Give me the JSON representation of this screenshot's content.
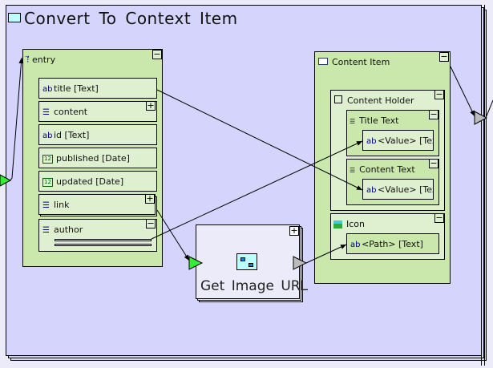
{
  "title": "Convert To Context Item",
  "entry": {
    "label": "entry",
    "items": [
      {
        "label": "title  [Text]",
        "icon": "text-ab-icon"
      },
      {
        "label": "content",
        "icon": "list-icon"
      },
      {
        "label": "id  [Text]",
        "icon": "text-ab-icon"
      },
      {
        "label": "published  [Date]",
        "icon": "date-icon"
      },
      {
        "label": "updated  [Date]",
        "icon": "date-icon"
      },
      {
        "label": "link",
        "icon": "list-icon"
      },
      {
        "label": "author",
        "icon": "list-icon"
      }
    ]
  },
  "function_node": {
    "label": "Get Image URL"
  },
  "content_item": {
    "label": "Content Item",
    "holder": "Content Holder",
    "title_text": "Title Text",
    "content_text": "Content Text",
    "value1": "<Value>  [Text]",
    "value2": "<Value>  [Text]",
    "icon": "Icon",
    "path": "<Path>  [Text]"
  },
  "colors": {
    "canvas": "#d4d4fc",
    "node": "#cae8ac",
    "port_in": "#33ee33",
    "port_out": "#bbbbbb"
  }
}
